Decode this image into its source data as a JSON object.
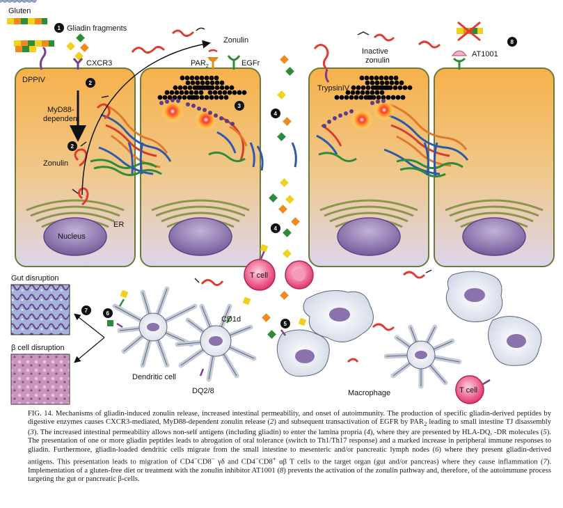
{
  "labels": {
    "gluten": "Gluten",
    "gliadin_fragments": "Gliadin fragments",
    "cxcr3": "CXCR3",
    "dppiv": "DPPIV",
    "myd88": "MyD88-",
    "dependent": "dependent",
    "zonulin_cell1": "Zonulin",
    "nucleus": "Nucleus",
    "er": "ER",
    "zonulin_top": "Zonulin",
    "par2": "PAR",
    "par2_sub": "2",
    "egfr": "EGFr",
    "inactive": "Inactive",
    "zonulin_inactive": "zonulin",
    "trypsin": "TrypsinIV",
    "at1001": "AT1001",
    "gut_disruption": "Gut disruption",
    "beta_disruption": "β cell disruption",
    "t_cell_1": "T cell",
    "t_cell_2": "T cell",
    "cd1d": "CD1d",
    "dendritic_cell": "Dendritic cell",
    "dq28": "DQ2/8",
    "macrophage": "Macrophage"
  },
  "steps": {
    "s1": "1",
    "s2a": "2",
    "s2b": "2",
    "s3": "3",
    "s4a": "4",
    "s4b": "4",
    "s5": "5",
    "s6": "6",
    "s7": "7",
    "s8": "8"
  },
  "caption": {
    "fig_label": "FIG. 14.",
    "p1": "Mechanisms of gliadin-induced zonulin release, increased intestinal permeability, and onset of autoimmunity. The production of specific gliadin-derived peptides by digestive enzymes causes CXCR3-mediated, MyD88-dependent zonulin release (",
    "r2": "2",
    "p2": ") and subsequent transactivation of EGFR by PAR",
    "p2_sub": "2",
    "p3": " leading to small intestine TJ disassembly (",
    "r3": "3",
    "p4": "). The increased intestinal permeability allows non-self antigens (including gliadin) to enter the lamina propria (",
    "r4": "4",
    "p5": "), where they are presented by HLA-DQ, -DR molecules (",
    "r5": "5",
    "p6": "). The presentation of one or more gliadin peptides leads to abrogation of oral tolerance (switch to Th1/Th17 response) and a marked increase in peripheral immune responses to gliadin. Furthermore, gliadin-loaded dendritic cells migrate from the small intestine to mesenteric and/or pancreatic lymph nodes (",
    "r6": "6",
    "p7": ") where they present gliadin-derived antigens. This presentation leads to migration of CD4",
    "sup1": "−",
    "p7b": "CD8",
    "sup2": "−",
    "p7c": " γδ and CD4",
    "sup3": "−",
    "p7d": "CD8",
    "sup4": "+",
    "p8": " αβ T cells to the target organ (gut and/or pancreas) where they cause inflammation (",
    "r7": "7",
    "p9": "). Implementation of a gluten-free diet or treatment with the zonulin inhibitor AT1001 (",
    "r8": "8",
    "p10": ") prevents the activation of the zonulin pathway and, therefore, of the autoimmune process targeting the gut or pancreatic β-cells."
  },
  "colors": {
    "cell_top": "#f7b14a",
    "cell_bottom": "#ded8ec",
    "cell_border": "#6b7a3a",
    "zonulin": "#e23b2e",
    "receptor_purple": "#7b3f8c",
    "receptor_green": "#2e8b3a",
    "receptor_orange": "#e08a2a",
    "nucleus": "#8a72ad",
    "er": "#a3a86a",
    "t_cell": "#e8437a",
    "tissue_gut": "#8fa3c8",
    "tissue_beta": "#c38fb8"
  }
}
